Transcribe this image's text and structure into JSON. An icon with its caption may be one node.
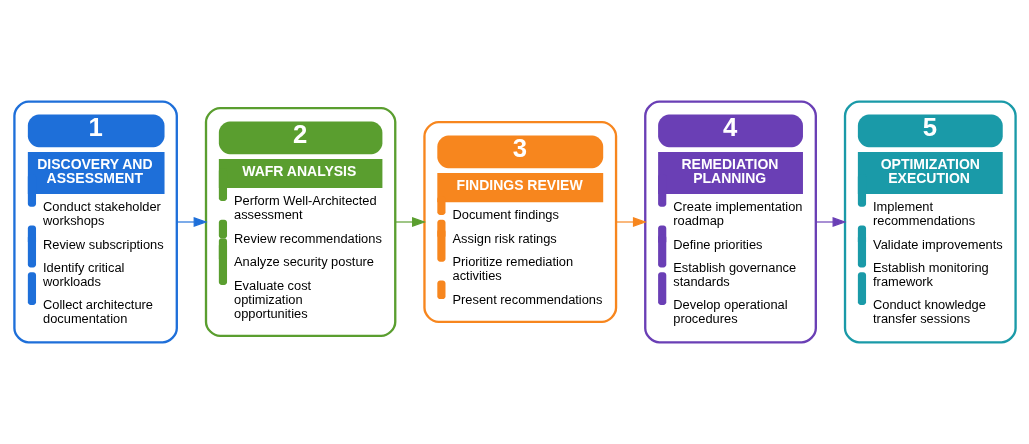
{
  "diagram": {
    "nodes": [
      {
        "text": [
          "1",
          "DISCOVERY AND ASSESSMENT",
          "Conduct stakeholder workshops",
          "Review subscriptions",
          "Identify critical workloads",
          "Collect architecture documentation"
        ]
      },
      {
        "text": [
          "2",
          "WAFR ANALYSIS",
          "Perform Well-Architected assessment",
          "Review recommendations",
          "Analyze security posture",
          "Evaluate cost optimization opportunities"
        ]
      },
      {
        "text": [
          "3",
          "FINDINGS REVIEW",
          "Document findings",
          "Assign risk ratings",
          "Prioritize remediation activities",
          "Present recommendations"
        ]
      },
      {
        "text": [
          "4",
          "REMEDIATION PLANNING",
          "Create implementation roadmap",
          "Define priorities",
          "Establish governance standards",
          "Develop operational procedures"
        ]
      },
      {
        "text": [
          "5",
          "OPTIMIZATION EXECUTION",
          "Implement recommendations",
          "Validate improvements",
          "Establish monitoring framework",
          "Conduct knowledge transfer sessions"
        ]
      }
    ],
    "edges": [
      {
        "from": 0,
        "to": 1,
        "arrow": "to",
        "color": "#1e6fd9"
      },
      {
        "from": 1,
        "to": 2,
        "arrow": "to",
        "color": "#5a9e2f"
      },
      {
        "from": 2,
        "to": 3,
        "arrow": "to",
        "color": "#f7861e"
      },
      {
        "from": 3,
        "to": 4,
        "arrow": "to",
        "color": "#6a3fb5"
      }
    ]
  }
}
